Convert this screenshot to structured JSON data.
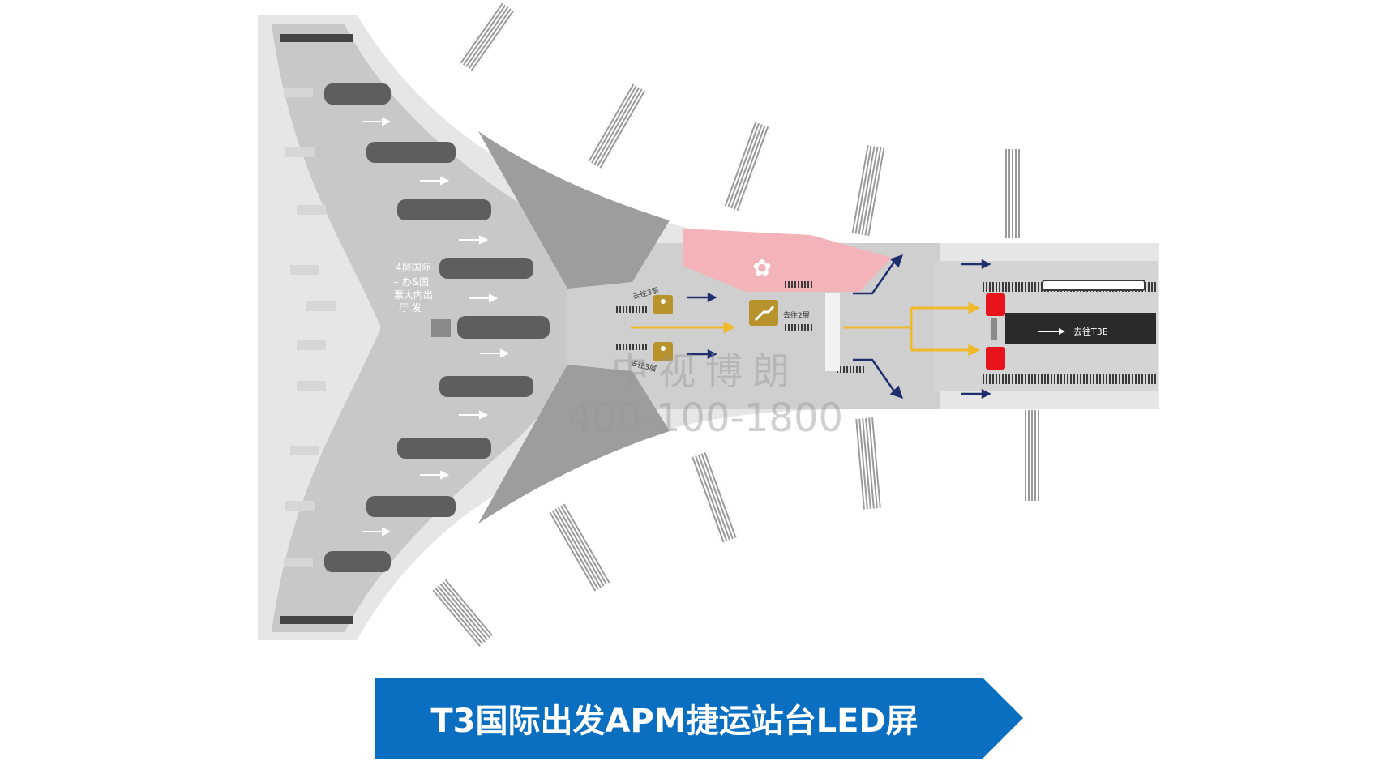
{
  "labels": {
    "hall": [
      "4层国际",
      "– 办&国",
      "票大内出",
      "厅 发"
    ],
    "to_level3": "去往3层",
    "to_level2": "去往2层",
    "to_t3e": "去往T3E"
  },
  "banner": {
    "title": "T3国际出发APM捷运站台LED屏"
  },
  "watermark": {
    "name": "中视博朗",
    "phone": "400-100-1800"
  },
  "colors": {
    "terminal_light": "#e6e6e6",
    "terminal_mid": "#c8c8c8",
    "terminal_dark": "#9d9d9d",
    "gate": "#5e5e5e",
    "airline_zone": "#f3b3b8",
    "service_icon": "#b8922a",
    "flow_arrow": "#f0b92a",
    "nav_arrow": "#1f2f6e",
    "led_screen": "#e8131b",
    "banner": "#0b6fc1"
  }
}
